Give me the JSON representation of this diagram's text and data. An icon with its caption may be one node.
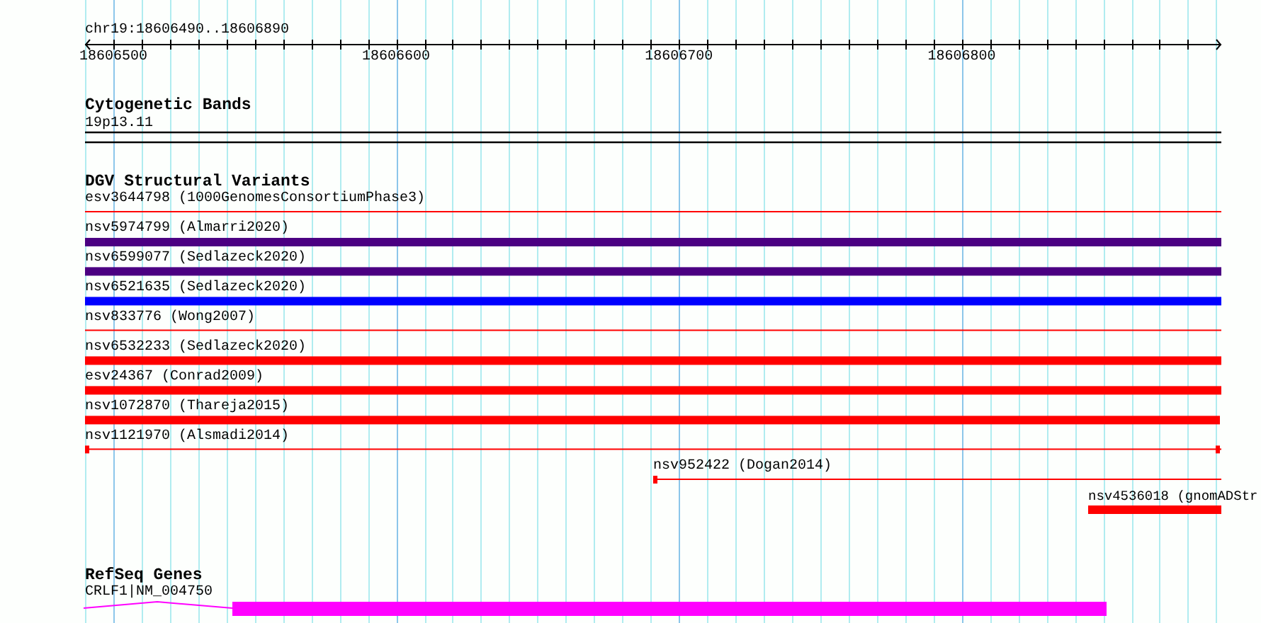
{
  "diagram": {
    "title": "chr19:18606490..18606890",
    "nodes": [
      {
        "text": [
          "19p13.11"
        ]
      },
      {
        "text": [
          "esv3644798 (1000GenomesConsortiumPhase3)"
        ]
      },
      {
        "text": [
          "nsv5974799 (Almarri2020)"
        ]
      },
      {
        "text": [
          "nsv6599077 (Sedlazeck2020)"
        ]
      },
      {
        "text": [
          "nsv6521635 (Sedlazeck2020)"
        ]
      },
      {
        "text": [
          "nsv833776 (Wong2007)"
        ]
      },
      {
        "text": [
          "nsv6532233 (Sedlazeck2020)"
        ]
      },
      {
        "text": [
          "esv24367 (Conrad2009)"
        ]
      },
      {
        "text": [
          "nsv1072870 (Thareja2015)"
        ]
      },
      {
        "text": [
          "nsv1121970 (Alsmadi2014)"
        ]
      },
      {
        "text": [
          "nsv952422 (Dogan2014)"
        ]
      },
      {
        "text": [
          "nsv4536018 (gnomADStr"
        ]
      },
      {
        "text": [
          "CRLF1|NM_004750"
        ]
      }
    ],
    "labels": [
      "18606500",
      "18606600",
      "18606700",
      "18606800",
      "Cytogenetic Bands",
      "DGV Structural Variants",
      "RefSeq Genes"
    ]
  }
}
